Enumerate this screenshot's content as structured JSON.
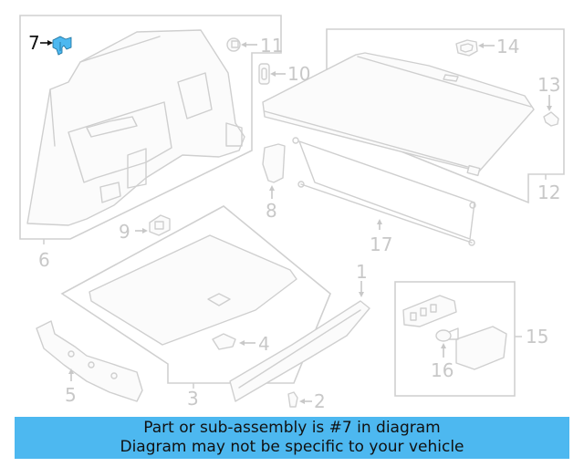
{
  "diagram": {
    "highlighted_part": "7",
    "highlight_color": "#4db8f0",
    "callouts": [
      {
        "id": "1",
        "label": "1"
      },
      {
        "id": "2",
        "label": "2"
      },
      {
        "id": "3",
        "label": "3"
      },
      {
        "id": "4",
        "label": "4"
      },
      {
        "id": "5",
        "label": "5"
      },
      {
        "id": "6",
        "label": "6"
      },
      {
        "id": "7",
        "label": "7"
      },
      {
        "id": "8",
        "label": "8"
      },
      {
        "id": "9",
        "label": "9"
      },
      {
        "id": "10",
        "label": "10"
      },
      {
        "id": "11",
        "label": "11"
      },
      {
        "id": "12",
        "label": "12"
      },
      {
        "id": "13",
        "label": "13"
      },
      {
        "id": "14",
        "label": "14"
      },
      {
        "id": "15",
        "label": "15"
      },
      {
        "id": "16",
        "label": "16"
      },
      {
        "id": "17",
        "label": "17"
      }
    ]
  },
  "banner": {
    "line1": "Part or sub-assembly is #7 in diagram",
    "line2": "Diagram may not be specific to your vehicle",
    "background": "#4db8f0"
  }
}
